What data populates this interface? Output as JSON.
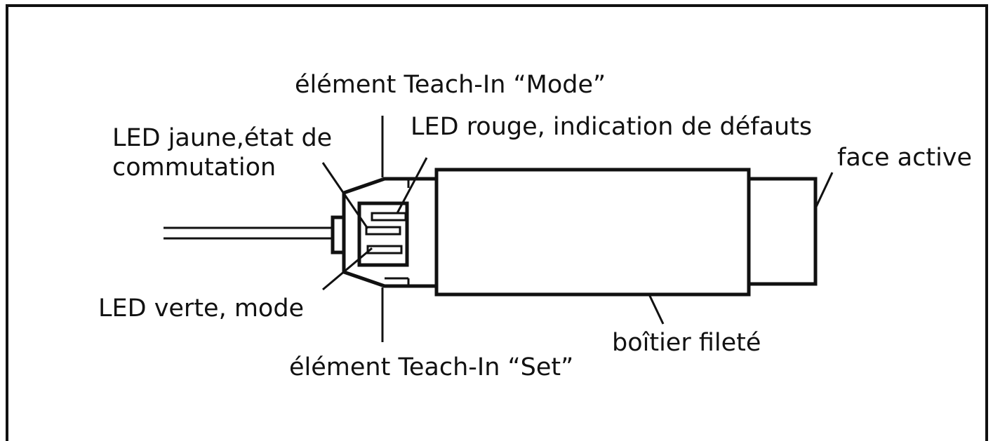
{
  "labels": {
    "teach_in_mode": "élément Teach-In “Mode”",
    "led_red": "LED rouge, indication de défauts",
    "led_yellow_line1": "LED jaune,état de",
    "led_yellow_line2": "commutation",
    "face_active": "face active",
    "led_green": "LED verte, mode",
    "housing": "boîtier fileté",
    "teach_in_set": "élément Teach-In “Set”"
  },
  "colors": {
    "ink": "#111111",
    "background": "#ffffff"
  }
}
